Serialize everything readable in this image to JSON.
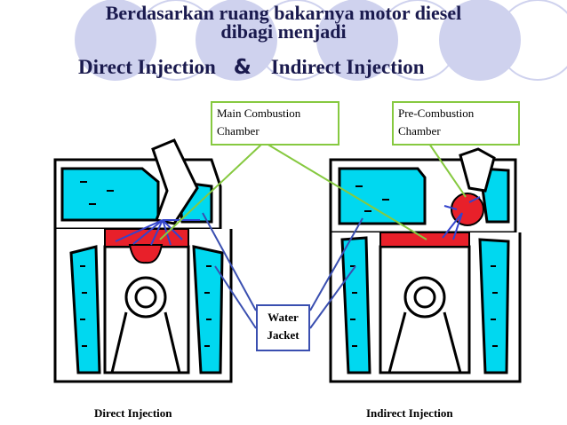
{
  "title_line1": "Berdasarkan ruang bakarnya motor diesel",
  "title_line2": "dibagi menjadi",
  "subtitle_left": "Direct Injection",
  "subtitle_amp": "&",
  "subtitle_right": "Indirect Injection",
  "labels": {
    "main_combustion_line1": "Main Combustion",
    "main_combustion_line2": "Chamber",
    "pre_combustion_line1": "Pre-Combustion",
    "pre_combustion_line2": "Chamber",
    "water_line1": "Water",
    "water_line2": "Jacket"
  },
  "captions": {
    "left": "Direct Injection",
    "right": "Indirect Injection"
  },
  "colors": {
    "title": "#1a1a4e",
    "water": "#00d8f0",
    "combustion": "#e8202a",
    "injection_arrow": "#3344cc",
    "callout_border": "#86c940",
    "water_leader": "#3a4fb0",
    "circle_decoration": "#cfd2ee"
  }
}
